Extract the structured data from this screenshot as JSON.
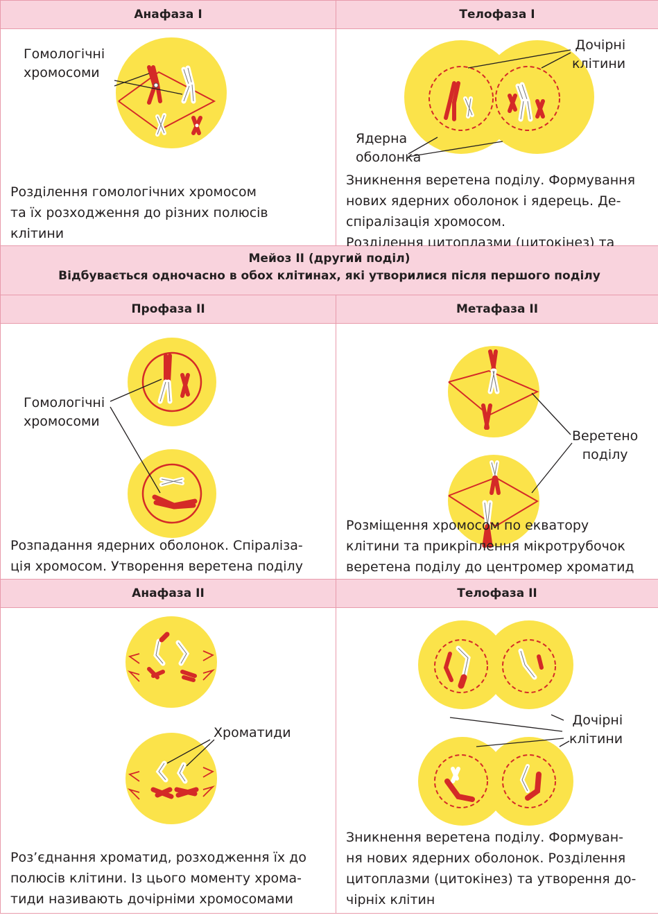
{
  "row1": {
    "left": {
      "title": "Анафаза I",
      "label1": "Гомологічні\nхромосоми",
      "desc": "Розділення гомологічних хромосом\nта їх розходження до різних полюсів\nклітини"
    },
    "right": {
      "title": "Телофаза I",
      "label1": "Дочірні\nклітини",
      "label2": "Ядерна\nоболонка",
      "desc": "Зникнення веретена поділу. Формування\nнових ядерних оболонок і ядерець. Де-\nспіралізація хромосом.\nРозділення цитоплазми (цитокінез) та\nутворення двох дочірніх клітин"
    }
  },
  "meiosis2": {
    "title": "Мейоз II (другий поділ)",
    "subtitle": "Відбувається одночасно в обох клітинах, які утворилися після першого поділу"
  },
  "row2": {
    "left": {
      "title": "Профаза II",
      "label1": "Гомологічні\nхромосоми",
      "desc": "Розпадання ядерних оболонок. Спіралiза-\nція хромосом. Утворення веретена поділу"
    },
    "right": {
      "title": "Метафаза II",
      "label1": "Веретено\nподілу",
      "desc": "Розміщення хромосом по екватору\nклітини та прикріплення мікротрубочок\nверетена поділу до центромер хроматид"
    }
  },
  "row3": {
    "left": {
      "title": "Анафаза II",
      "label1": "Хроматиди",
      "desc": "Роз’єднання хроматид, розходження їх до\nполюсів клітини. Із цього моменту хрома-\nтиди називають дочірніми хромосомами"
    },
    "right": {
      "title": "Телофаза II",
      "label1": "Дочірні\nклітини",
      "desc": "Зникнення веретена поділу. Формуван-\nня нових ядерних оболонок. Розділення\nцитоплазми (цитокінез) та утворення до-\nчірніх клітин"
    }
  },
  "colors": {
    "cell": "#fbe34a",
    "chromosome": "#d42a27",
    "border": "#e89aab",
    "header": "#f9d3dd"
  }
}
